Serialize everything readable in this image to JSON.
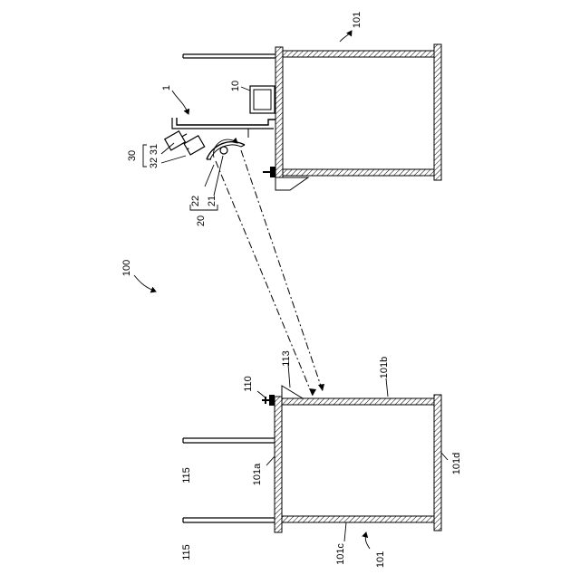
{
  "figure": {
    "labels": {
      "upper_frame": "101",
      "device_assembly": "1",
      "display": "10",
      "group_30": "30",
      "part_31": "31",
      "part_32": "32",
      "part_22": "22",
      "part_21": "21",
      "group_20": "20",
      "system": "100",
      "clamp": "110",
      "bracket": "113",
      "wall_101b": "101b",
      "wall_101a": "101a",
      "wall_101d": "101d",
      "wall_101c": "101c",
      "lower_frame": "101",
      "post_upper": "115",
      "post_lower": "115"
    }
  }
}
